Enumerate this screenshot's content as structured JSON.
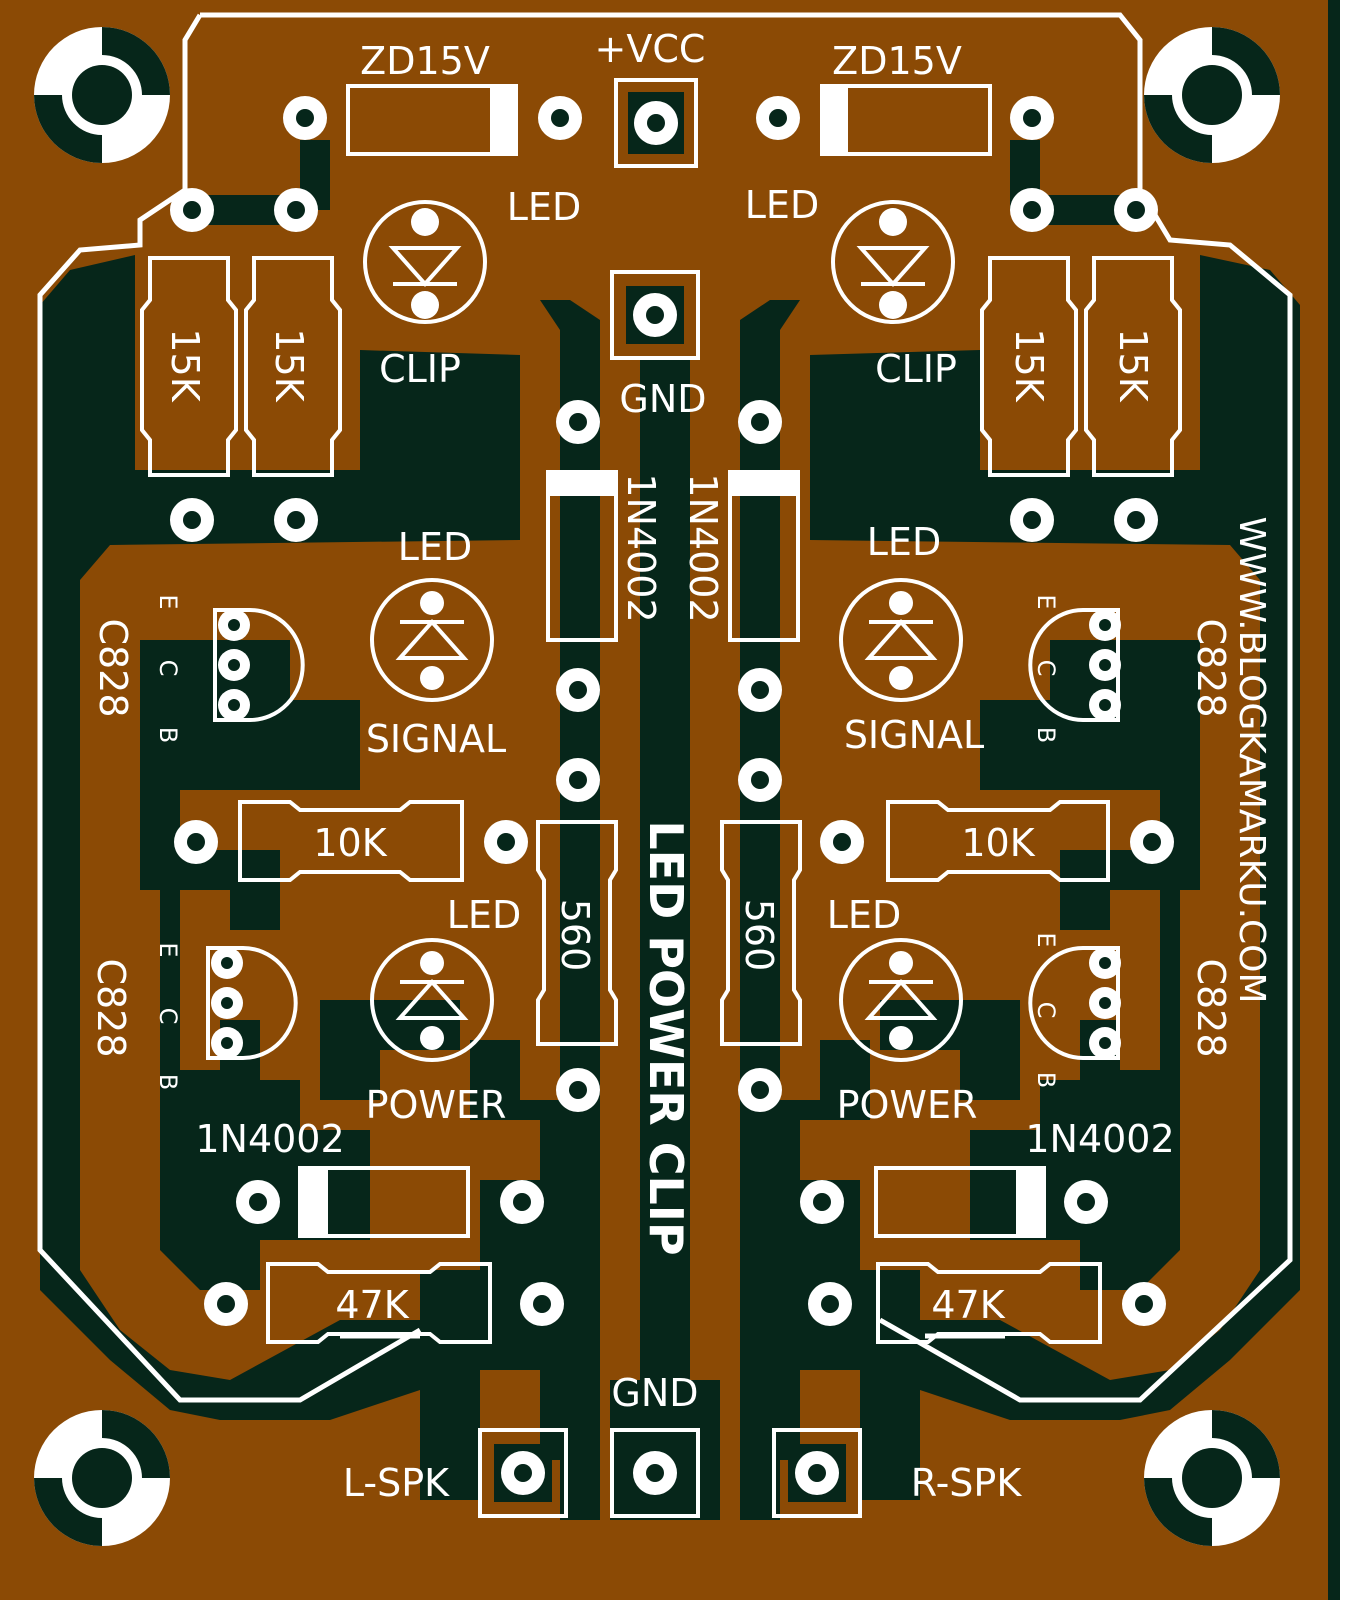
{
  "colors": {
    "substrate": "#8b4a05",
    "copper": "#06261a",
    "silk": "#ffffff"
  },
  "labels": {
    "vcc": "+VCC",
    "gnd_top": "GND",
    "gnd_bottom": "GND",
    "zener_left": "ZD15V",
    "zener_right": "ZD15V",
    "led_clip_l": "LED",
    "led_clip_r": "LED",
    "clip_l": "CLIP",
    "clip_r": "CLIP",
    "r15k_1": "15K",
    "r15k_2": "15K",
    "r15k_3": "15K",
    "r15k_4": "15K",
    "d1n_l": "1N4002",
    "d1n_r": "1N4002",
    "led_sig_l": "LED",
    "led_sig_r": "LED",
    "signal_l": "SIGNAL",
    "signal_r": "SIGNAL",
    "c828_1": "C828",
    "c828_2": "C828",
    "c828_3": "C828",
    "c828_4": "C828",
    "pin_e": "E",
    "pin_c": "C",
    "pin_b": "B",
    "r10k_l": "10K",
    "r10k_r": "10K",
    "r560_l": "560",
    "r560_r": "560",
    "led_pwr_l": "LED",
    "led_pwr_r": "LED",
    "power_l": "POWER",
    "power_r": "POWER",
    "d1n_bl": "1N4002",
    "d1n_br": "1N4002",
    "r47k_l": "47K",
    "r47k_r": "47K",
    "lspk": "L-SPK",
    "rspk": "R-SPK",
    "title": "LED POWER CLIP",
    "website": "WWW.BLOGKAMARKU.COM"
  }
}
